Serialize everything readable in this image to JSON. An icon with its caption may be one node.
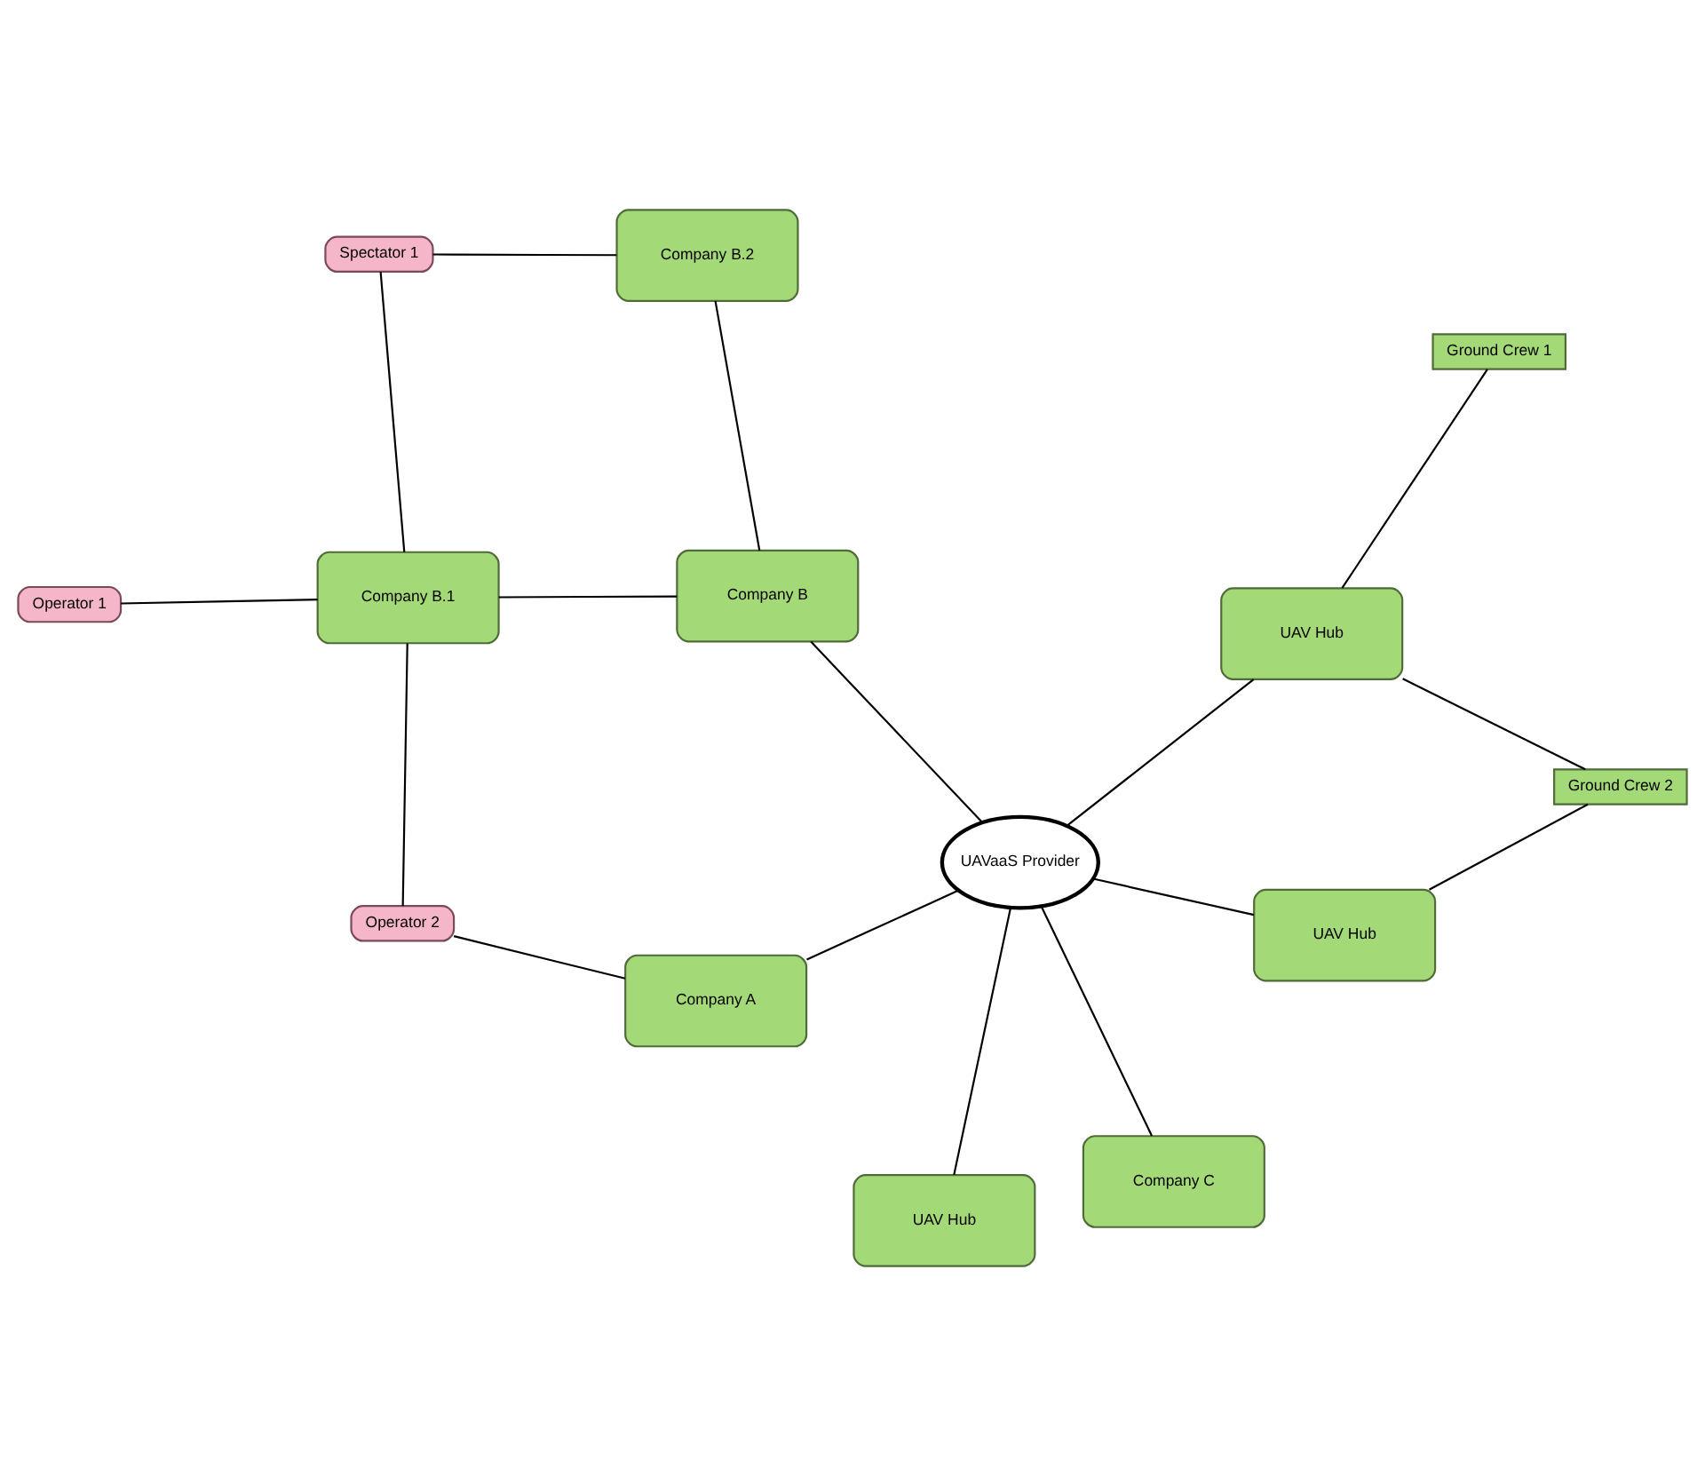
{
  "diagram": {
    "nodes": [
      {
        "text": [
          "Operator 1"
        ]
      },
      {
        "text": [
          "Spectator 1"
        ]
      },
      {
        "text": [
          "Operator 2"
        ]
      },
      {
        "text": [
          "Company B.1"
        ]
      },
      {
        "text": [
          "Company B.2"
        ]
      },
      {
        "text": [
          "Company B"
        ]
      },
      {
        "text": [
          "Company A"
        ]
      },
      {
        "text": [
          "Company C"
        ]
      },
      {
        "text": [
          "UAVaaS Provider"
        ]
      },
      {
        "text": [
          "UAV Hub"
        ]
      },
      {
        "text": [
          "UAV Hub"
        ]
      },
      {
        "text": [
          "Ground Crew 1"
        ]
      },
      {
        "text": [
          "UAV Hub"
        ]
      },
      {
        "text": [
          "Ground Crew 2"
        ]
      }
    ],
    "edges": [
      {
        "from": 0,
        "to": 3,
        "arrow": "none"
      },
      {
        "from": 1,
        "to": 3,
        "arrow": "none"
      },
      {
        "from": 1,
        "to": 4,
        "arrow": "none"
      },
      {
        "from": 2,
        "to": 3,
        "arrow": "none"
      },
      {
        "from": 2,
        "to": 6,
        "arrow": "none"
      },
      {
        "from": 3,
        "to": 5,
        "arrow": "none"
      },
      {
        "from": 4,
        "to": 5,
        "arrow": "none"
      },
      {
        "from": 5,
        "to": 8,
        "arrow": "none"
      },
      {
        "from": 6,
        "to": 8,
        "arrow": "none"
      },
      {
        "from": 7,
        "to": 8,
        "arrow": "none"
      },
      {
        "from": 9,
        "to": 8,
        "arrow": "none"
      },
      {
        "from": 10,
        "to": 8,
        "arrow": "none"
      },
      {
        "from": 12,
        "to": 8,
        "arrow": "none"
      },
      {
        "from": 9,
        "to": 11,
        "arrow": "none"
      },
      {
        "from": 9,
        "to": 13,
        "arrow": "none"
      },
      {
        "from": 12,
        "to": 13,
        "arrow": "none"
      }
    ]
  }
}
